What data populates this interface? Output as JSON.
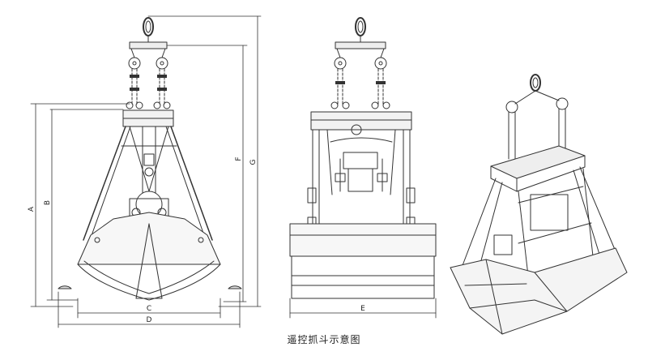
{
  "caption": "遥控抓斗示意图",
  "dimension_labels": {
    "A": "A",
    "B": "B",
    "C": "C",
    "D": "D",
    "E": "E",
    "F": "F",
    "G": "G"
  }
}
